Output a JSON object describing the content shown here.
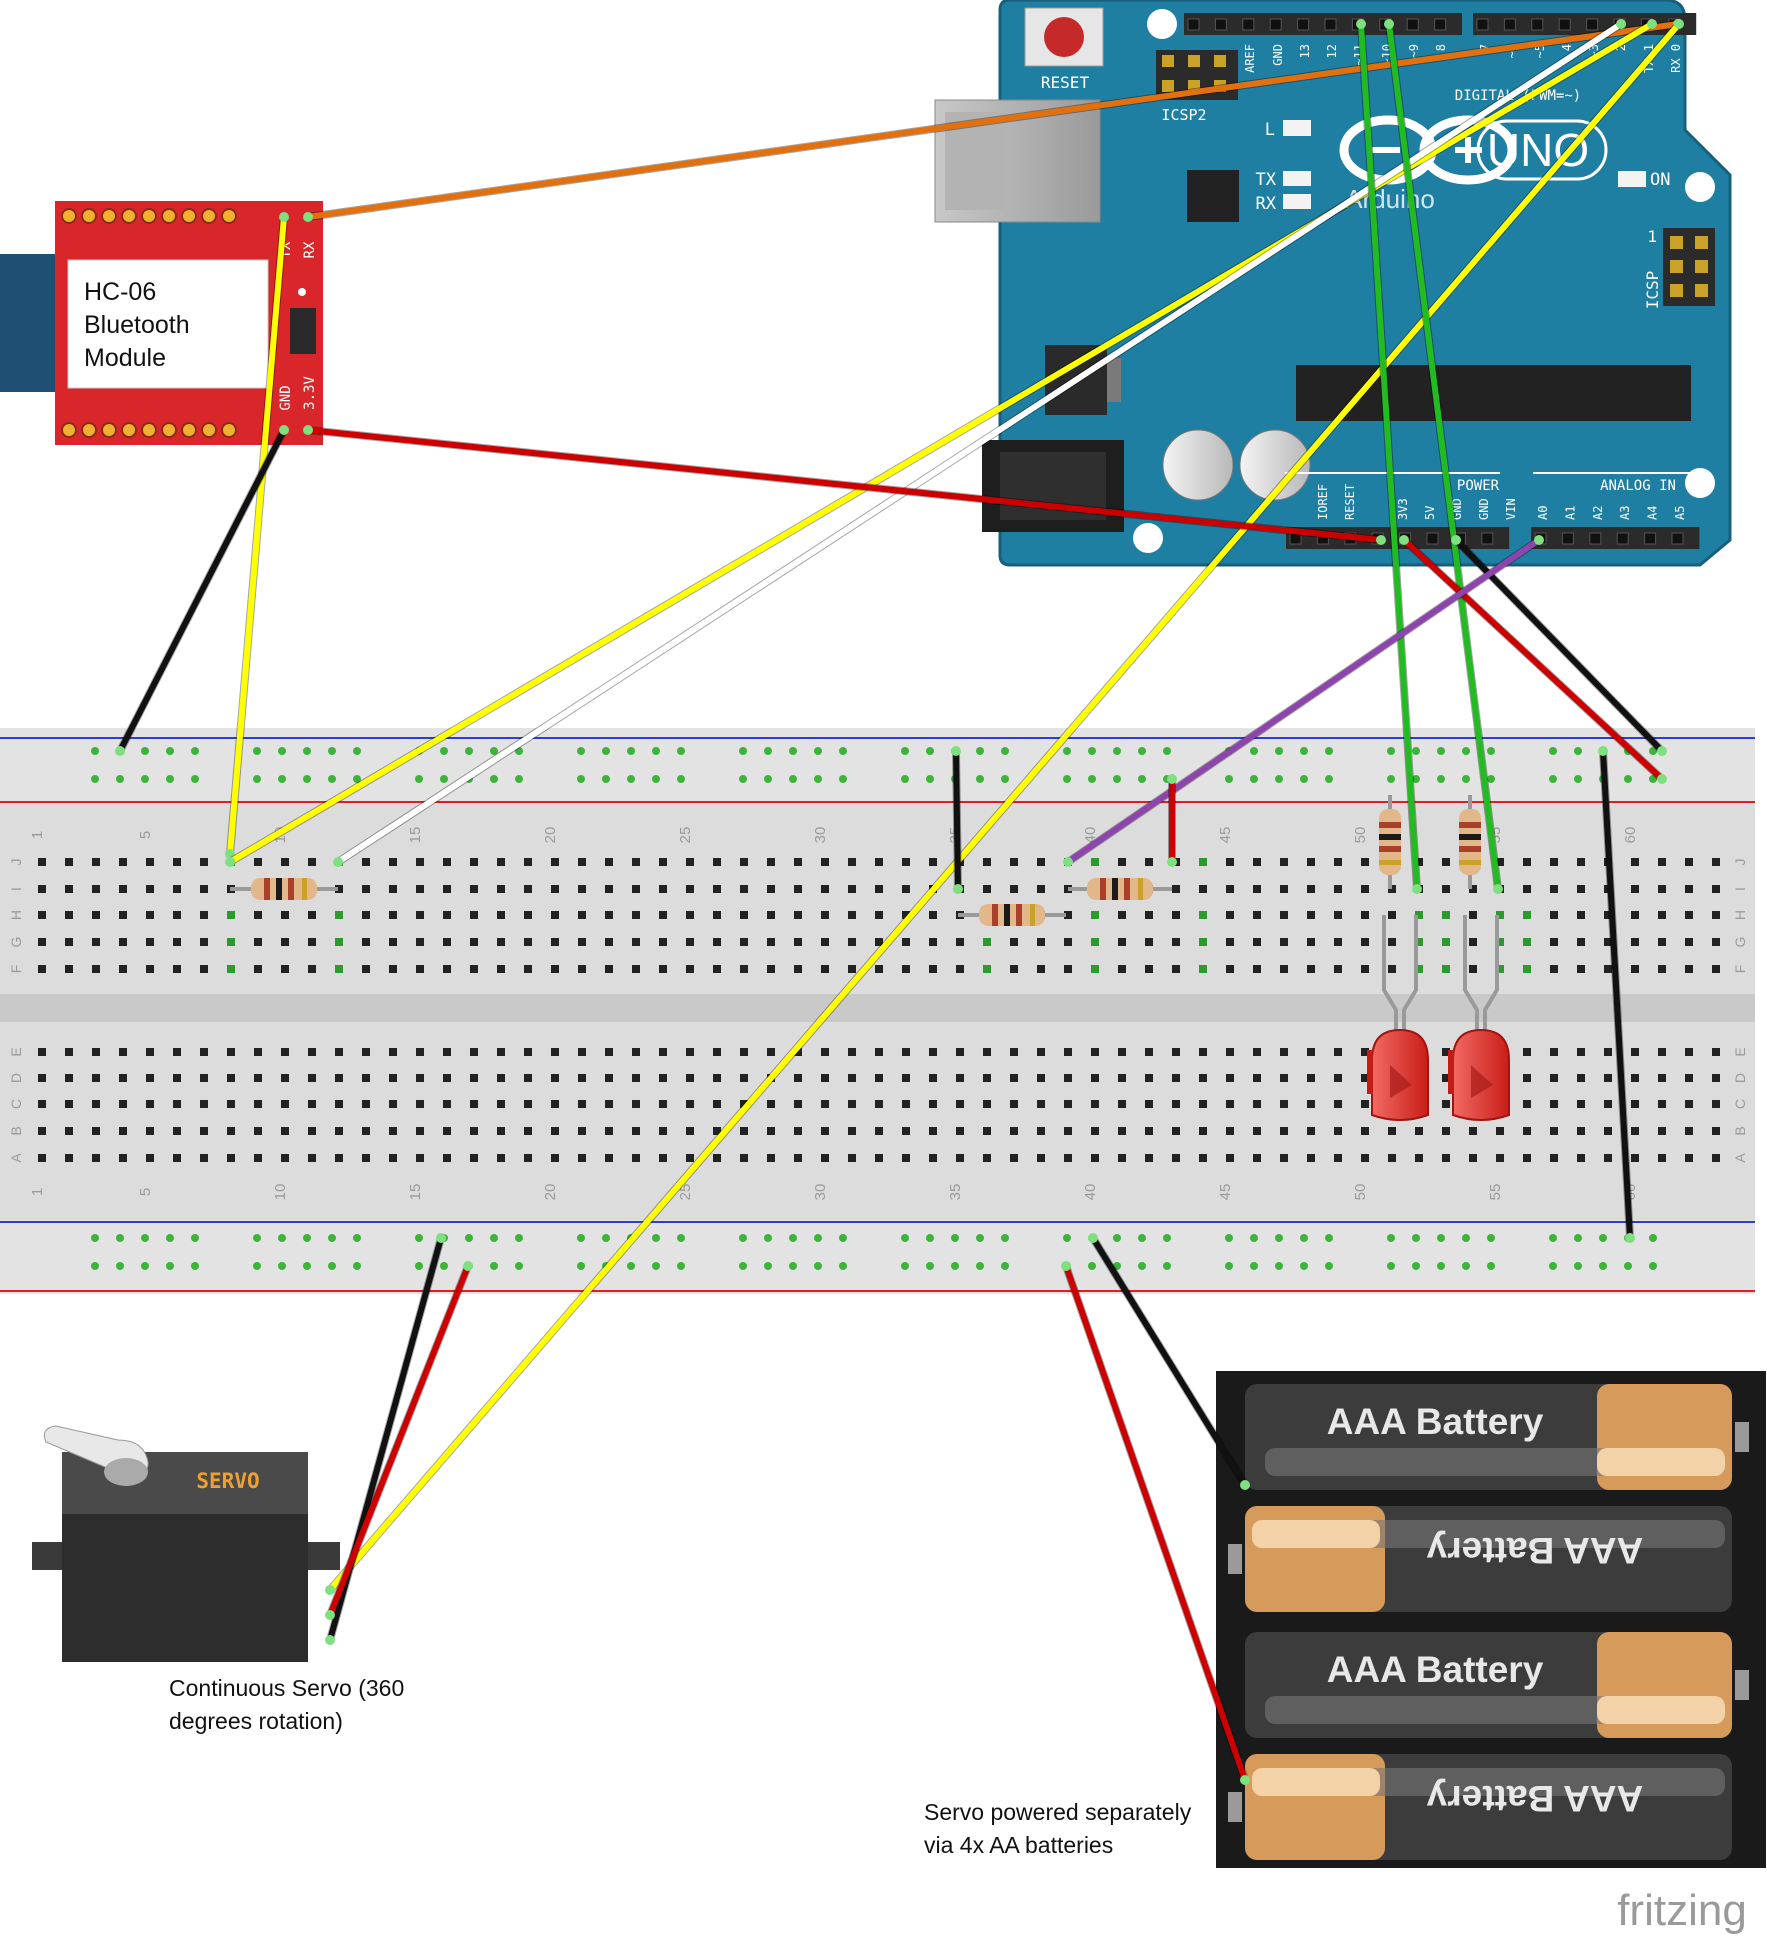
{
  "bluetooth_module": {
    "name_line1": "HC-06",
    "name_line2": "Bluetooth",
    "name_line3": "Module",
    "pin_rx": "RX",
    "pin_tx": "TX",
    "pin_gnd": "GND",
    "pin_33v": "3.3V"
  },
  "arduino": {
    "reset_label": "RESET",
    "icsp2_label": "ICSP2",
    "icsp_label": "ICSP",
    "icsp_pin1": "1",
    "led_l": "L",
    "led_tx": "TX",
    "led_rx": "RX",
    "led_on": "ON",
    "brand": "Arduino",
    "model": "UNO",
    "digital_header": "DIGITAL (PWM=~)",
    "analog_header": "ANALOG IN",
    "power_header": "POWER",
    "pins_top": [
      "AREF",
      "GND",
      "13",
      "12",
      "~11",
      "~10",
      "~9",
      "8",
      "7",
      "~6",
      "~5",
      "4",
      "~3",
      "2",
      "TX 1",
      "RX 0"
    ],
    "pins_power": [
      "IOREF",
      "RESET",
      "3V3",
      "5V",
      "GND",
      "GND",
      "VIN"
    ],
    "pins_analog": [
      "A0",
      "A1",
      "A2",
      "A3",
      "A4",
      "A5"
    ]
  },
  "breadboard": {
    "column_numbers": [
      "1",
      "5",
      "10",
      "15",
      "20",
      "25",
      "30",
      "35",
      "40",
      "45",
      "50",
      "55",
      "60"
    ],
    "rows_top": [
      "J",
      "I",
      "H",
      "G",
      "F"
    ],
    "rows_bottom": [
      "E",
      "D",
      "C",
      "B",
      "A"
    ]
  },
  "servo": {
    "label": "SERVO",
    "caption": "Continuous Servo (360\ndegrees rotation)"
  },
  "battery_pack": {
    "cell_label": "AAA Battery",
    "caption": "Servo powered separately\nvia 4x AA batteries"
  },
  "watermark": "fritzing",
  "colors": {
    "board_blue": "#1f7fa3",
    "module_red": "#d8262b",
    "wire_orange": "#e3700f",
    "wire_yellow": "#ffff00",
    "wire_white": "#ffffff",
    "wire_red": "#cc0000",
    "wire_black": "#111111",
    "wire_green": "#22bb22",
    "wire_purple": "#8e44ad",
    "hole_green": "#3cb43c",
    "led_red": "#e8302c"
  }
}
